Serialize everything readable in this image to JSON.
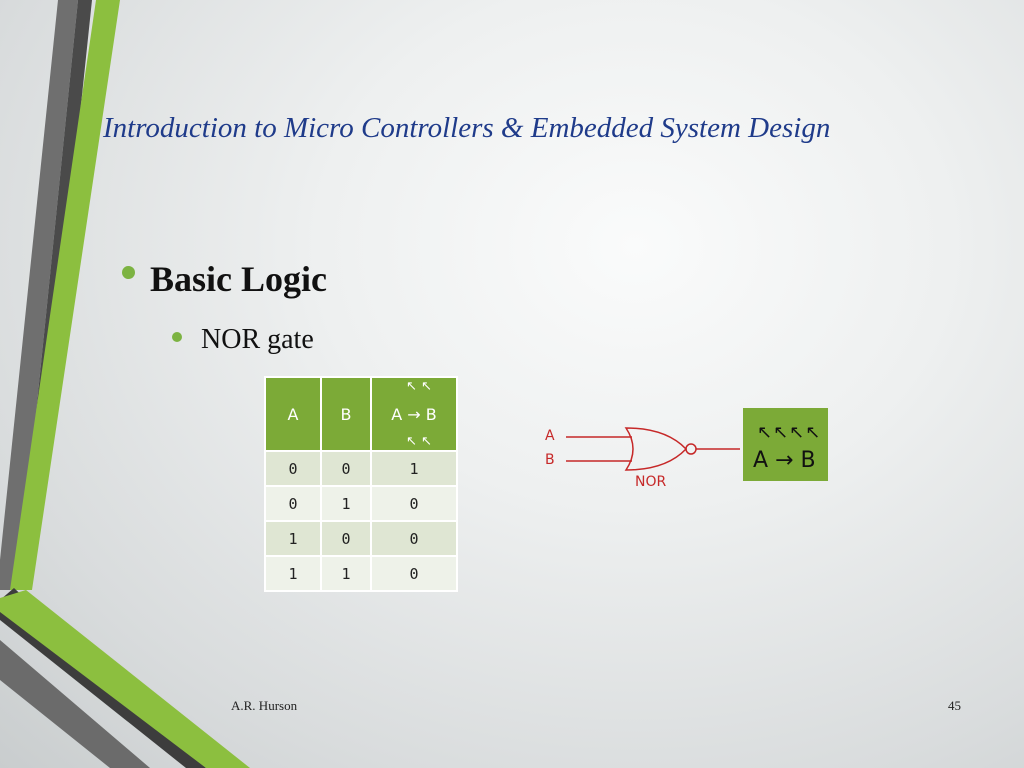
{
  "slide": {
    "title": "Introduction to Micro Controllers & Embedded System Design",
    "bullet1": "Basic Logic",
    "bullet2": "NOR gate",
    "footer_author": "A.R. Hurson",
    "page_number": "45"
  },
  "truth_table": {
    "headers": [
      "A",
      "B",
      "A → B"
    ],
    "header_arrows_top": "↖ ↖",
    "header_arrows_bottom": "↖ ↖",
    "rows": [
      [
        "0",
        "0",
        "1"
      ],
      [
        "0",
        "1",
        "0"
      ],
      [
        "1",
        "0",
        "0"
      ],
      [
        "1",
        "1",
        "0"
      ]
    ]
  },
  "diagram": {
    "input_a": "A",
    "input_b": "B",
    "gate_label": "NOR",
    "box_arrows": "↖↖↖↖",
    "box_expr": "A → B"
  },
  "colors": {
    "accent_green": "#7caa37",
    "title_blue": "#1f3b8a",
    "gate_red": "#c62828"
  }
}
